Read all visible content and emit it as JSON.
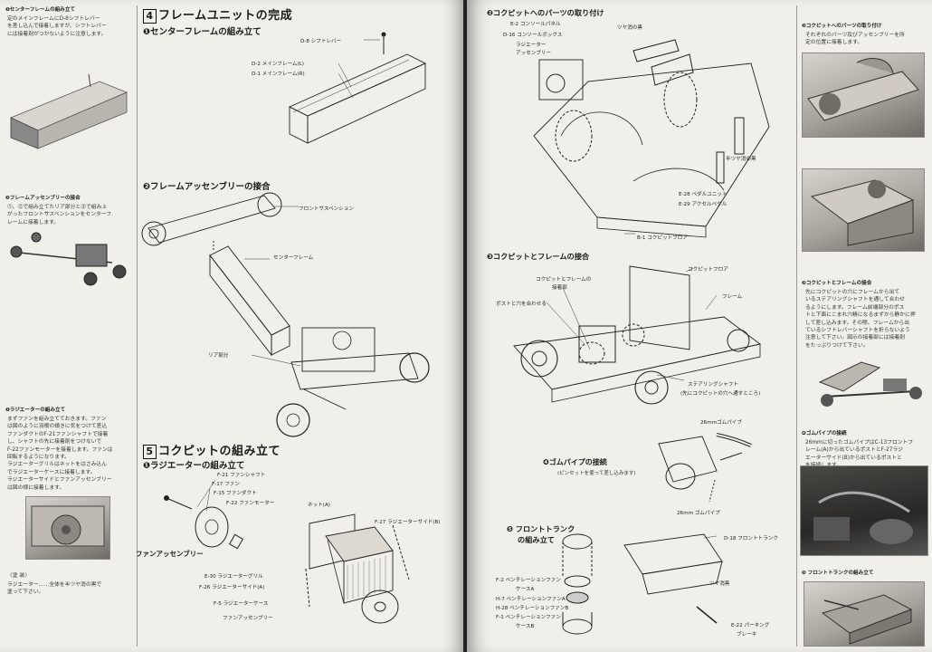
{
  "left_page": {
    "sidebar": {
      "s1_title": "❶センターフレームの組み立て",
      "s1_text": [
        "定のメインフレームにD-8シフトレバー",
        "を差し込んで接着しますが、シフトレバー",
        "には接着剤がつかないように注意します。"
      ],
      "s2_title": "❷フレームアッセンブリーの接合",
      "s2_text": [
        "⓵、⓶で組み立てたリア部分と⓷で組み上",
        "がったフロントサスペンションをセンターフ",
        "レームに接着します。"
      ],
      "s3_title": "❶ラジエーターの組み立て",
      "s3_text": [
        "まずファンを組み立てておきます。ファン",
        "は図のように羽根の傾きに気をつけて差込",
        "ファンダクトのF-21ファンシャフトで接着",
        "し、シャフトの先に接着剤をつけないで",
        "F-22ファンモーターを接着します。ファンは",
        "回転するようになります。",
        "ラジエーターグリルはネットをはさみ込ん",
        "でラジエーターケースに接着します。",
        "ラジエーターサイドとファンアッセンブリー",
        "は図の様に接着します。"
      ],
      "note_title": "〈塗 装〉",
      "note_text": [
        "ラジエーター……全体を半ツヤ消の黒で",
        "塗って下さい。"
      ]
    },
    "section4": {
      "num": "4",
      "title": "フレームユニットの完成",
      "sub1": "❶センターフレームの組み立て",
      "labels1": [
        "D-8 シフトレバー",
        "D-2 メインフレーム(L)",
        "D-1 メインフレーム(R)"
      ],
      "sub2": "❷フレームアッセンブリーの接合",
      "labels2": [
        "フロントサスペンション",
        "センターフレーム",
        "リア部分"
      ]
    },
    "section5": {
      "num": "5",
      "title": "コクピットの組み立て",
      "sub1": "❶ラジエーターの組み立て",
      "labels": [
        "F-21 ファンシャフト",
        "F-17 ファン",
        "F-15 ファンダクト",
        "F-22 ファンモーター",
        "ネット(A)",
        "F-27 ラジエーターサイド(B)",
        "E-30 ラジエーターグリル",
        "F-26 ラジエーターサイド(A)",
        "F-5 ラジエーターケース",
        "ファンアッセンブリー"
      ],
      "fan_assembly": "ファンアッセンブリー"
    }
  },
  "right_page": {
    "step2": {
      "title": "❷コクピットへのパーツの取り付け",
      "labels": [
        "E-2 コンソールパネル",
        "D-16 コンソールボックス",
        "ラジエーター",
        "アッセンブリー",
        "ツヤ消の黒",
        "半ツヤ消の黒",
        "E-28 ペダルユニット",
        "E-29 アクセルペダル",
        "B-1 コクピットフロア"
      ]
    },
    "step3": {
      "title": "❸コクピットとフレームの接合",
      "labels": [
        "コクピットフロア",
        "コクピットとフレームの",
        "接着部",
        "ポストと穴を合わせる",
        "フレーム",
        "ステアリングシャフト",
        "(先にコクピットの穴へ通すところ)"
      ]
    },
    "step4": {
      "title": "❹ゴムパイプの接続",
      "sub": "(ピンセットを使って差し込みます)",
      "labels": [
        "26mmゴムパイプ",
        "26mm ゴムパイプ"
      ]
    },
    "step5": {
      "title": "❺ フロントトランク",
      "title2": "の組み立て",
      "labels": [
        "D-18 フロントトランク",
        "ツヤ消黒",
        "F-2 ベンチレーションファン",
        "ケースA",
        "H-7 ベンチレーションファンA",
        "H-28 ベンチレーションファンB",
        "F-1 ベンチレーションファン",
        "ケースB",
        "E-22 パーキング",
        "ブレーキ"
      ]
    },
    "sidebar": {
      "s2_title": "❷コクピットへのパーツの取り付け",
      "s2_text": [
        "それぞれのパーツ及びアッセンブリーを所",
        "定の位置に接着します。"
      ],
      "s3_title": "❸コクピットとフレームの接合",
      "s3_text": [
        "先にコクピットの穴にフレームから出て",
        "いるステアリングシャフトを通して合わせ",
        "るようにします。フレーム前端部分のポス",
        "トと下面にこまれ穴精になるまずから静かに押",
        "して差し込みます。その際、フレームから出",
        "ているシフトレバーシャフトを折らないよう",
        "注意して下さい。図示の接着部には接着剤",
        "をたっぷりつけて下さい。"
      ],
      "s4_title": "❹ゴムパイプの接続",
      "s4_text": [
        "26mmに切ったゴムパイプはC-13フロントフ",
        "レーム(A)から出ているポストとF-27ラジ",
        "エーターサイド(B)から出ているポストと",
        "を接続します。"
      ],
      "s5_title": "❺ フロントトランクの組み立て"
    }
  }
}
